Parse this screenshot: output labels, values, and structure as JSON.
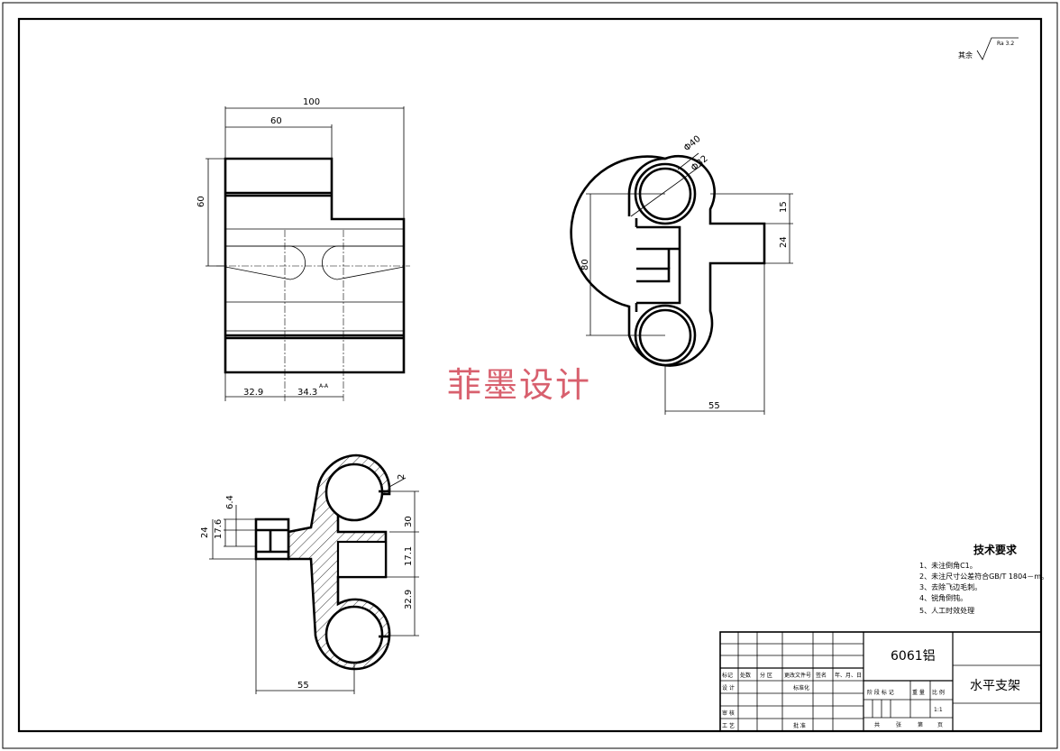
{
  "drawing": {
    "roughness_note": "其余",
    "roughness_value": "Ra 3.2",
    "watermark": "菲墨设计"
  },
  "front_view": {
    "dims": {
      "top_overall": "100",
      "top_inner": "60",
      "left_height": "60",
      "bottom_left": "32.9",
      "bottom_right": "34.3",
      "section_note": "A-A"
    }
  },
  "side_view": {
    "dims": {
      "dia_outer": "Φ40",
      "dia_inner": "Φ32",
      "height": "80",
      "right_top": "15",
      "right_mid": "24",
      "bottom_width": "55"
    }
  },
  "section_view": {
    "dims": {
      "slot": "2",
      "left_64": "6.4",
      "left_176": "17.6",
      "left_24": "24",
      "right_30": "30",
      "right_171": "17.1",
      "right_329": "32.9",
      "bottom_55": "55"
    }
  },
  "technical_requirements": {
    "title": "技术要求",
    "items": [
      "1、未注倒角C1。",
      "2、未注尺寸公差符合GB/T 1804－m。",
      "3、去除飞边毛刺。",
      "4、锐角倒钝。",
      "5、人工时效处理"
    ]
  },
  "title_block": {
    "material": "6061铝",
    "part_name": "水平支架",
    "headers": [
      "标记",
      "处数",
      "分  区",
      "更改文件号",
      "签名",
      "年、月、日"
    ],
    "row_design": "设 计",
    "row_std": "标准化",
    "row_review": "审 核",
    "row_process": "工 艺",
    "row_approve": "批 准",
    "stage_labels": [
      "阶 段 标 记",
      "重 量",
      "比 例"
    ],
    "scale": "1:1",
    "sheet_labels": [
      "共",
      "张",
      "第",
      "页"
    ]
  }
}
